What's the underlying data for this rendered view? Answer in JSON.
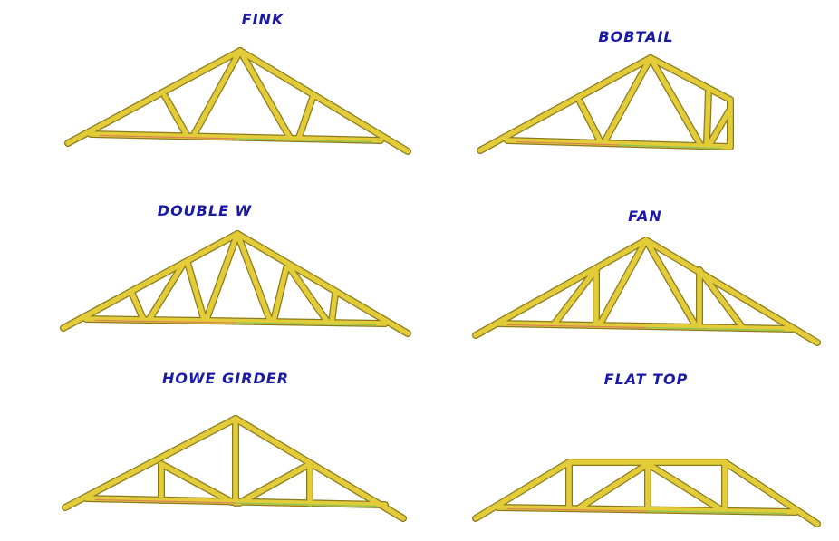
{
  "colors": {
    "label": "#1a1aa6",
    "timber": "#e3cc3a",
    "timber_edge": "#8a7a1c",
    "chord_accent_a": "#d6466e",
    "chord_accent_b": "#3fbf6a"
  },
  "trusses": [
    {
      "id": "fink",
      "label": "FINK"
    },
    {
      "id": "bobtail",
      "label": "BOBTAIL"
    },
    {
      "id": "double-w",
      "label": "DOUBLE W"
    },
    {
      "id": "fan",
      "label": "FAN"
    },
    {
      "id": "howe-girder",
      "label": "HOWE GIRDER"
    },
    {
      "id": "flat-top",
      "label": "FLAT TOP"
    }
  ]
}
